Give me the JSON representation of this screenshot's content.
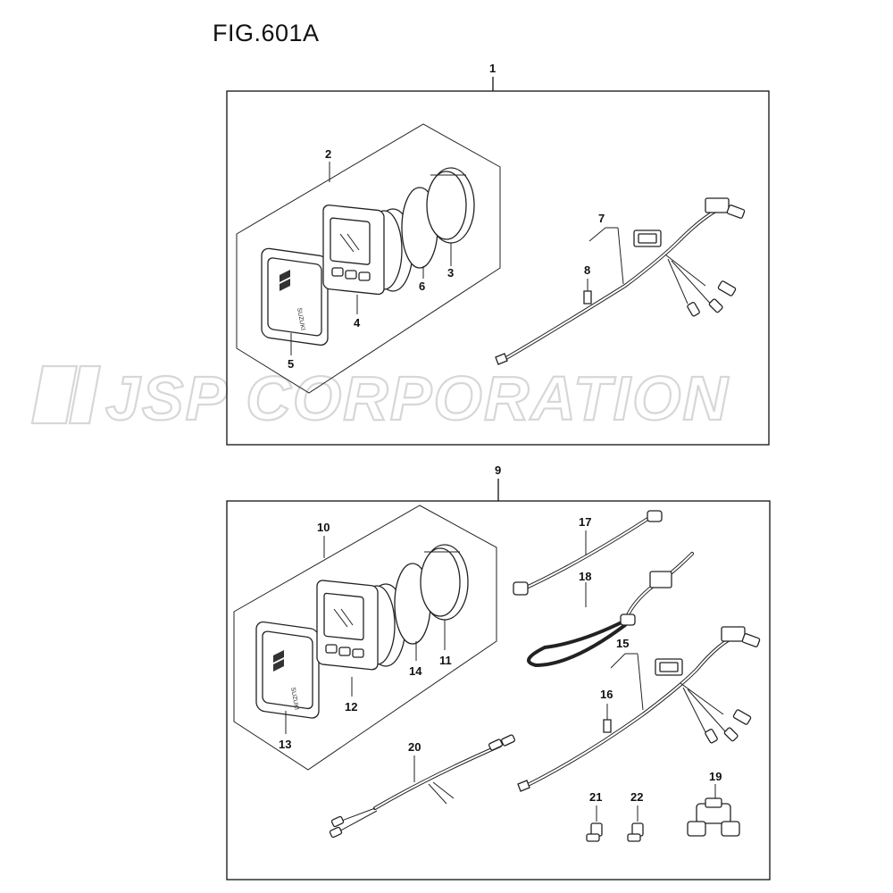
{
  "figure": {
    "title": "FIG.601A"
  },
  "watermark": {
    "text": "JSP CORPORATION"
  },
  "callouts": [
    "1",
    "2",
    "3",
    "4",
    "5",
    "6",
    "7",
    "8",
    "9",
    "10",
    "11",
    "12",
    "13",
    "14",
    "15",
    "16",
    "17",
    "18",
    "19",
    "20",
    "21",
    "22"
  ]
}
